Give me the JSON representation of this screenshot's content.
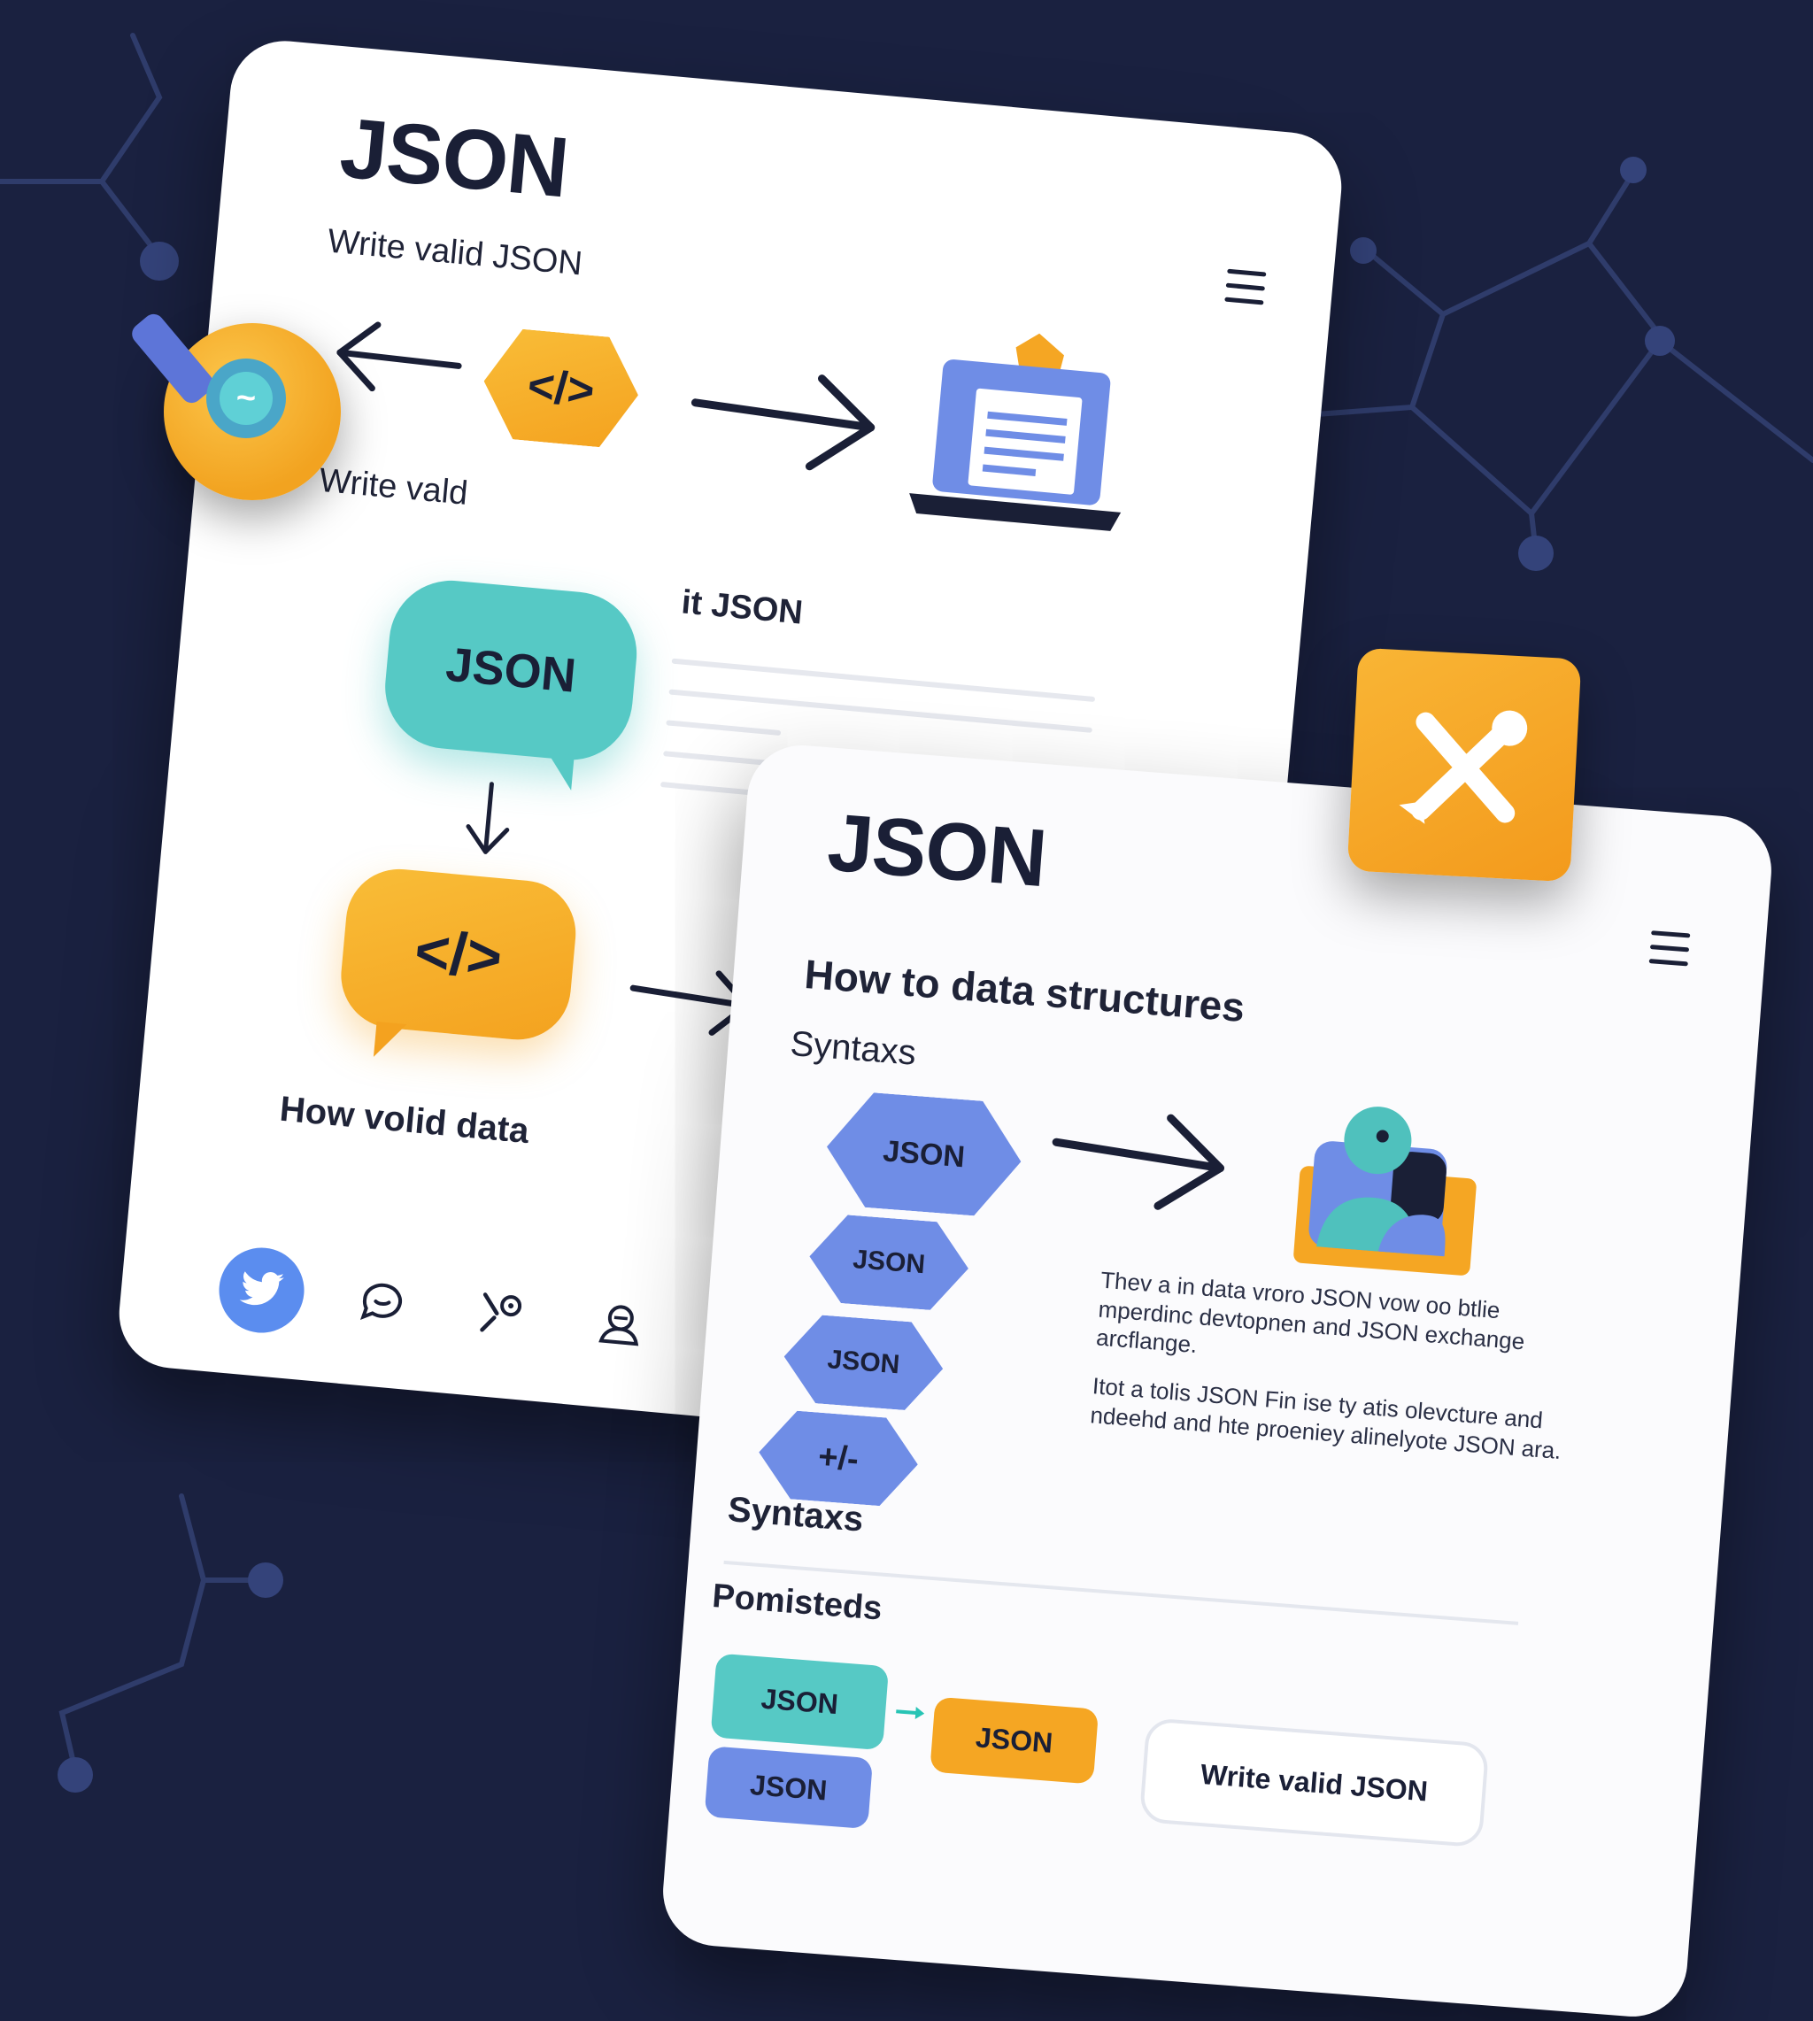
{
  "colors": {
    "background": "#1a2140",
    "card": "#ffffff",
    "ink": "#1a1f36",
    "orange": "#f7ad29",
    "teal": "#56c9c5",
    "blue": "#6f8de6",
    "twitter": "#5b8def"
  },
  "back_card": {
    "title": "JSON",
    "subtitle": "Write valid JSON",
    "code_badge_1": "</>",
    "caption_left": "Write vald",
    "side_heading": "it JSON",
    "teal_bubble": "JSON",
    "code_badge_2": "</>",
    "bottom_caption": "How volid data",
    "icons": [
      "medal-icon",
      "document-laptop-icon",
      "menu-icon"
    ],
    "social_icons": [
      "twitter-icon",
      "chat-icon",
      "share-icon",
      "user-icon"
    ]
  },
  "front_card": {
    "title": "JSON",
    "heading": "How to data structures",
    "syntax_label_1": "Syntaxs",
    "stack": [
      "JSON",
      "JSON",
      "JSON",
      "+/-"
    ],
    "description_1": "Thev a in data vroro JSON vow oo btlie mperdinc devtopnen and JSON exchange arcflange.",
    "description_2": "Itot a tolis JSON Fin ise ty atis olevcture and ndeehd and hte proeniey alinelyote JSON ara.",
    "syntax_label_2": "Syntaxs",
    "section_label": "Pomisteds",
    "chips": [
      "JSON",
      "JSON",
      "JSON"
    ],
    "button_label": "Write valid JSON",
    "icons": [
      "menu-icon",
      "avatar-window-icon"
    ]
  },
  "floating": {
    "tools_tile_icon": "tools-icon"
  }
}
